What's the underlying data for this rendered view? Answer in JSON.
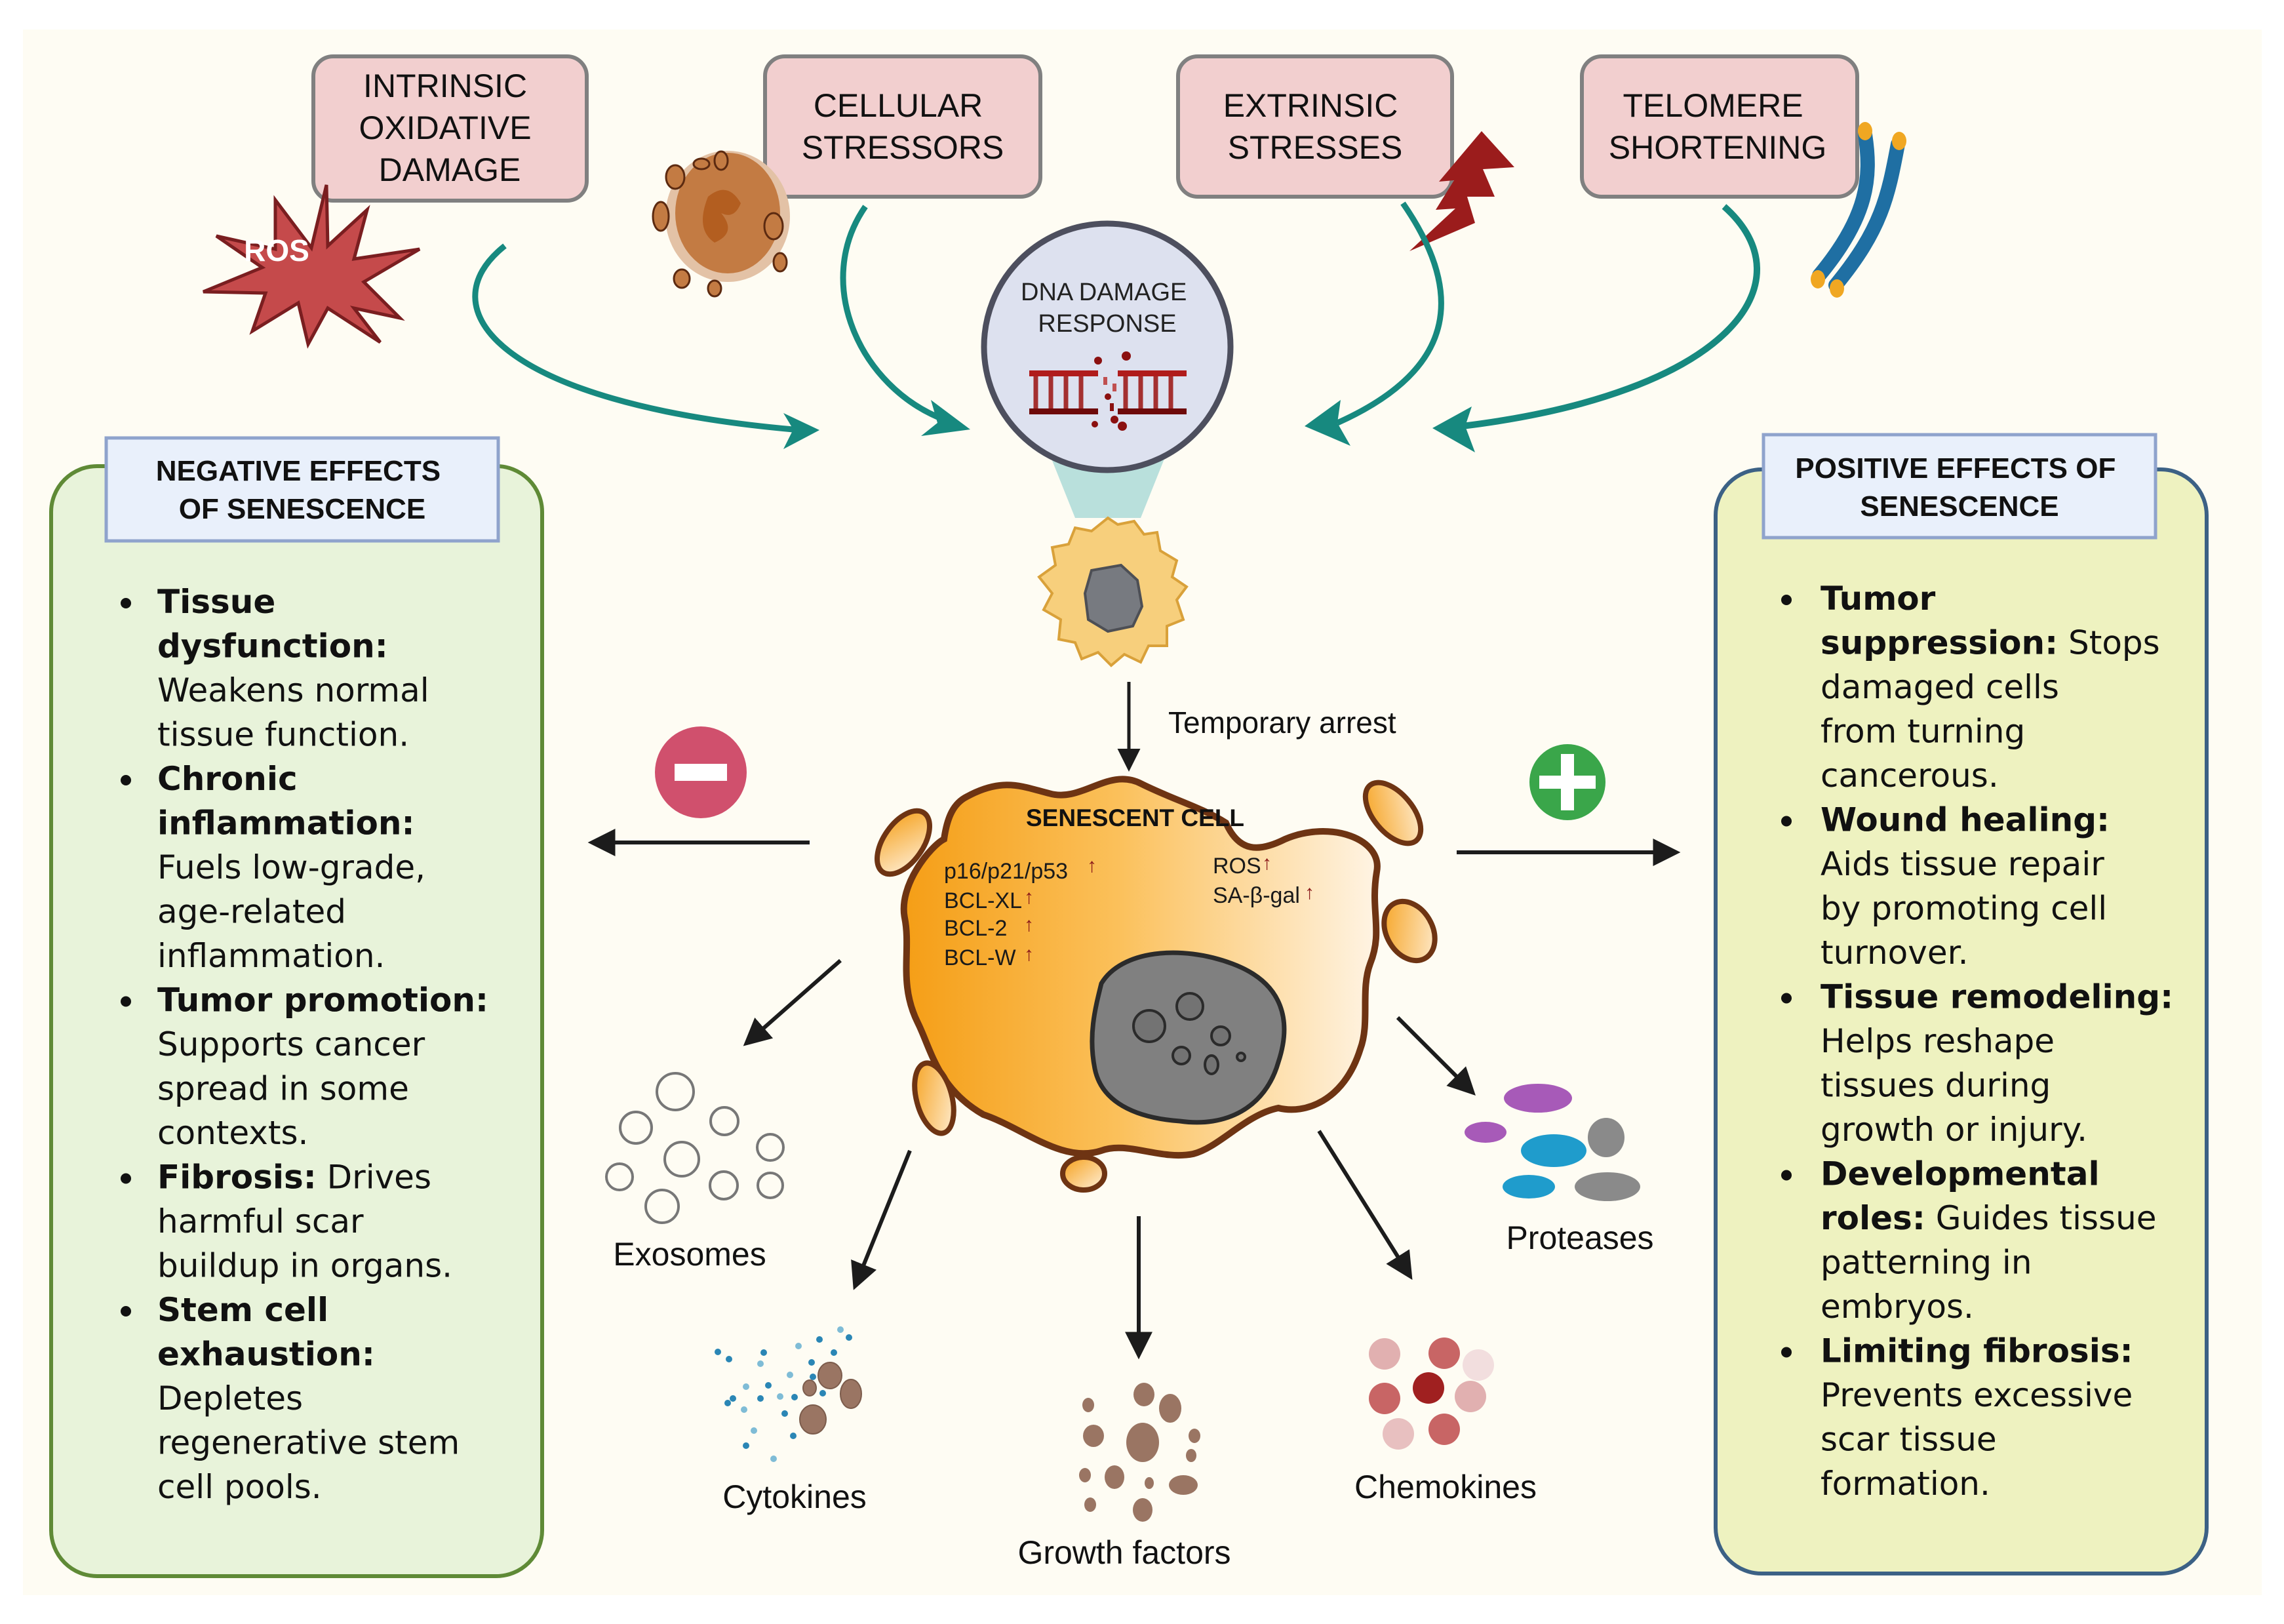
{
  "stressors": [
    {
      "id": "intrinsic",
      "lines": [
        "INTRINSIC",
        "OXIDATIVE",
        "DAMAGE"
      ],
      "icon": "ros-burst-icon",
      "icon_label": "ROS"
    },
    {
      "id": "cellular",
      "lines": [
        "CELLULAR",
        "STRESSORS"
      ],
      "icon": "stressed-cell-icon"
    },
    {
      "id": "extrinsic",
      "lines": [
        "EXTRINSIC",
        "STRESSES"
      ],
      "icon": "lightning-bolt-icon"
    },
    {
      "id": "telomere",
      "lines": [
        "TELOMERE",
        "SHORTENING"
      ],
      "icon": "chromosome-icon"
    }
  ],
  "dna_damage": {
    "lines": [
      "DNA DAMAGE",
      "RESPONSE"
    ],
    "icon": "broken-dna-icon"
  },
  "transition_label": "Temporary arrest",
  "senescent_cell": {
    "title": "SENESCENT CELL",
    "markers_left": [
      "p16/p21/p53",
      "BCL-XL",
      "BCL-2",
      "BCL-W"
    ],
    "markers_right": [
      "ROS",
      "SA-β-gal"
    ],
    "up_arrow": "↑"
  },
  "secretions": [
    {
      "label": "Exosomes",
      "icon": "exosomes-icon"
    },
    {
      "label": "Cytokines",
      "icon": "cytokines-icon"
    },
    {
      "label": "Growth factors",
      "icon": "growth-factors-icon"
    },
    {
      "label": "Chemokines",
      "icon": "chemokines-icon"
    },
    {
      "label": "Proteases",
      "icon": "proteases-icon"
    }
  ],
  "negative_panel": {
    "title_lines": [
      "NEGATIVE EFFECTS",
      "OF SENESCENCE"
    ],
    "sign": "minus",
    "items": [
      {
        "lines": [
          [
            {
              "b": "Tissue"
            }
          ],
          [
            {
              "b": "dysfunction:"
            }
          ],
          [
            {
              "t": "Weakens normal"
            }
          ],
          [
            {
              "t": "tissue function."
            }
          ]
        ]
      },
      {
        "lines": [
          [
            {
              "b": "Chronic"
            }
          ],
          [
            {
              "b": "inflammation:"
            }
          ],
          [
            {
              "t": "Fuels low-grade,"
            }
          ],
          [
            {
              "t": "age-related"
            }
          ],
          [
            {
              "t": "inflammation."
            }
          ]
        ]
      },
      {
        "lines": [
          [
            {
              "b": "Tumor promotion:"
            }
          ],
          [
            {
              "t": "Supports cancer"
            }
          ],
          [
            {
              "t": "spread in some"
            }
          ],
          [
            {
              "t": "contexts."
            }
          ]
        ]
      },
      {
        "lines": [
          [
            {
              "b": "Fibrosis:"
            },
            {
              "t": " Drives"
            }
          ],
          [
            {
              "t": "harmful scar"
            }
          ],
          [
            {
              "t": "buildup in organs."
            }
          ]
        ]
      },
      {
        "lines": [
          [
            {
              "b": "Stem cell"
            }
          ],
          [
            {
              "b": "exhaustion:"
            }
          ],
          [
            {
              "t": "Depletes"
            }
          ],
          [
            {
              "t": "regenerative stem"
            }
          ],
          [
            {
              "t": "cell pools."
            }
          ]
        ]
      }
    ]
  },
  "positive_panel": {
    "title_lines": [
      "POSITIVE EFFECTS OF",
      "SENESCENCE"
    ],
    "sign": "plus",
    "items": [
      {
        "lines": [
          [
            {
              "b": "Tumor"
            }
          ],
          [
            {
              "b": "suppression:"
            },
            {
              "t": " Stops"
            }
          ],
          [
            {
              "t": "damaged cells"
            }
          ],
          [
            {
              "t": "from turning"
            }
          ],
          [
            {
              "t": "cancerous."
            }
          ]
        ]
      },
      {
        "lines": [
          [
            {
              "b": "Wound healing:"
            }
          ],
          [
            {
              "t": "Aids tissue repair"
            }
          ],
          [
            {
              "t": "by promoting cell"
            }
          ],
          [
            {
              "t": "turnover."
            }
          ]
        ]
      },
      {
        "lines": [
          [
            {
              "b": "Tissue remodeling:"
            }
          ],
          [
            {
              "t": "Helps reshape"
            }
          ],
          [
            {
              "t": "tissues during"
            }
          ],
          [
            {
              "t": "growth or injury."
            }
          ]
        ]
      },
      {
        "lines": [
          [
            {
              "b": "Developmental"
            }
          ],
          [
            {
              "b": "roles:"
            },
            {
              "t": " Guides tissue"
            }
          ],
          [
            {
              "t": "patterning in"
            }
          ],
          [
            {
              "t": "embryos."
            }
          ]
        ]
      },
      {
        "lines": [
          [
            {
              "b": "Limiting fibrosis:"
            }
          ],
          [
            {
              "t": "Prevents excessive"
            }
          ],
          [
            {
              "t": "scar tissue"
            }
          ],
          [
            {
              "t": "formation."
            }
          ]
        ]
      }
    ]
  },
  "colors": {
    "background": "#fefcf3",
    "stressor_box_fill": "#f2cfcf",
    "stressor_box_stroke": "#808080",
    "teal_arrow": "#17897f",
    "negative_panel_fill": "#e8f3da",
    "negative_panel_stroke": "#5f8a36",
    "positive_panel_fill": "#eef2c0",
    "positive_panel_stroke": "#3c6185",
    "header_fill": "#e9f0fb",
    "header_stroke": "#8fa3cc",
    "minus_sign": "#d0506d",
    "plus_sign": "#3aa64a",
    "cell_outline": "#6e3413",
    "arrow_up": "#8b1a1a"
  }
}
